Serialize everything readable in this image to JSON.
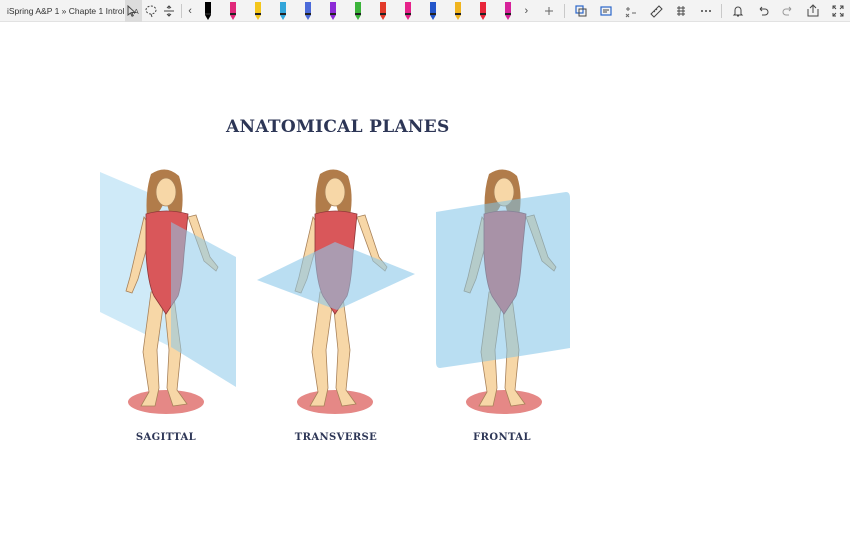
{
  "window": {
    "doc_title": "iSpring A&P 1 » Chapte 1 Introl"
  },
  "toolbar": {
    "tools": [
      {
        "name": "select-text-icon"
      },
      {
        "name": "lasso-select-icon"
      },
      {
        "name": "add-space-icon"
      }
    ],
    "pens": [
      {
        "color": "#000000",
        "name": "pen-black"
      },
      {
        "color": "#e0287a",
        "name": "pen-magenta"
      },
      {
        "color": "#f4c61b",
        "name": "pen-yellow"
      },
      {
        "color": "#32a5d9",
        "name": "pen-cyan"
      },
      {
        "color": "#4b6ad9",
        "name": "pen-blue"
      },
      {
        "color": "#8c2ad6",
        "name": "pen-purple"
      },
      {
        "color": "#3bb33a",
        "name": "pen-green"
      },
      {
        "color": "#e23a2a",
        "name": "pen-red"
      },
      {
        "color": "#e6228a",
        "name": "pen-pink"
      },
      {
        "color": "#2355c9",
        "name": "pen-darkblue"
      },
      {
        "color": "#f0b41e",
        "name": "pen-gold"
      },
      {
        "color": "#e8263a",
        "name": "pen-crimson"
      },
      {
        "color": "#d6229a",
        "name": "pen-fuchsia"
      }
    ],
    "right_tools": [
      "add-pen-icon",
      "ink-to-shape-icon",
      "ink-to-text-icon",
      "ink-to-math-icon",
      "ruler-icon",
      "replay-icon",
      "more-icon",
      "notifications-icon",
      "undo-icon",
      "redo-icon",
      "share-icon",
      "fullscreen-icon"
    ]
  },
  "slide": {
    "title": "ANATOMICAL PLANES",
    "labels": {
      "sagittal": "SAGITTAL",
      "transverse": "TRANSVERSE",
      "frontal": "FRONTAL"
    }
  },
  "colors": {
    "title": "#2d3656",
    "plane": "#9fd3ef",
    "swimsuit": "#d9575a",
    "skin": "#f7d7a7",
    "hair": "#b17c4a",
    "floor": "#e58886"
  }
}
